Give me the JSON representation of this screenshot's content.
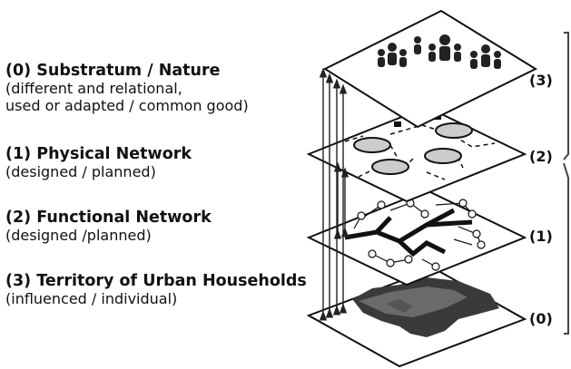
{
  "legend": [
    {
      "title": "(0) Substratum / Nature",
      "lines": [
        "(different and relational,",
        "used or adapted / common good)"
      ]
    },
    {
      "title": "(1) Physical Network",
      "lines": [
        "(designed / planned)"
      ]
    },
    {
      "title": "(2) Functional Network",
      "lines": [
        "(designed /planned)"
      ]
    },
    {
      "title": "(3) Territory of Urban Households",
      "lines": [
        "(influenced / individual)"
      ]
    }
  ],
  "layers": [
    {
      "label": "(3)",
      "content": "people-icons"
    },
    {
      "label": "(2)",
      "content": "disc-nodes-network"
    },
    {
      "label": "(1)",
      "content": "node-line-network"
    },
    {
      "label": "(0)",
      "content": "terrain-map"
    }
  ]
}
